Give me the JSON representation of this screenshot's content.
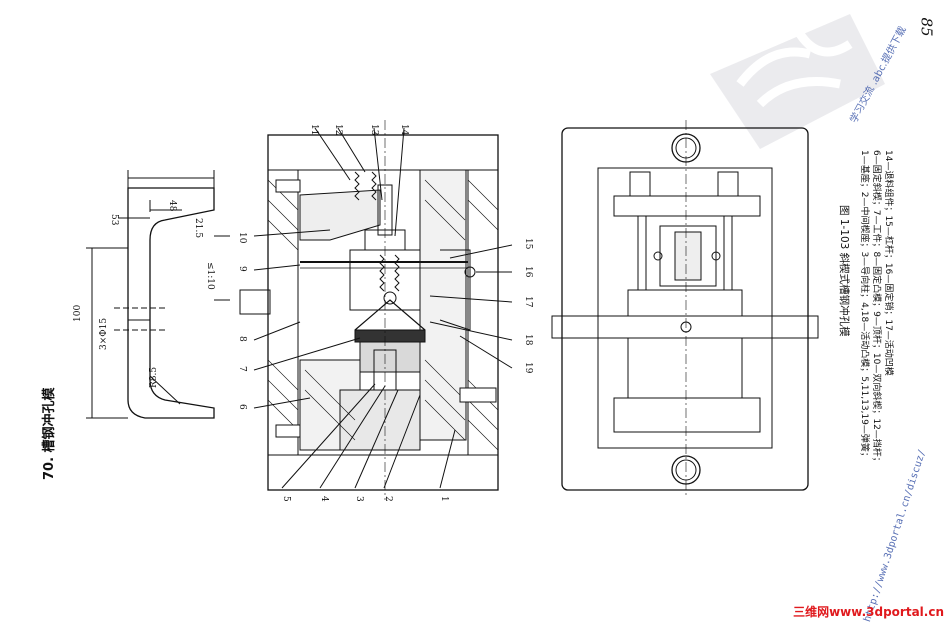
{
  "page_number": "85",
  "section_title": "70. 槽钢冲孔模",
  "figure_caption": "图 1-103   斜楔式槽钢冲孔模",
  "legend_lines": [
    "1—基座；2—中间楔座；3—导向柱；4,18—活动凸模；5,11,13,19—弹簧；",
    "6—固定斜楔；7—工件；8—固定凸模；9—顶杆；10—双向斜楔；12—挡杆；",
    "14—退料组件；15—杠杆；16—固定销；17—活动凹模"
  ],
  "part_numbers_top": [
    "11",
    "12",
    "13",
    "14"
  ],
  "part_numbers_left": [
    "10",
    "9",
    "8",
    "7",
    "6"
  ],
  "part_numbers_right": [
    "15",
    "16",
    "17",
    "18",
    "19"
  ],
  "part_numbers_bottom": [
    "5",
    "4",
    "3",
    "2",
    "1"
  ],
  "dims": {
    "d48": "48",
    "d53": "53",
    "d215": "21.5",
    "taper": "≤1:10",
    "d100": "100",
    "holes": "3×Φ15",
    "r85": "R8.5"
  },
  "watermark_url": "http://www.3dportal.cn/discuz/",
  "watermark_url2": "学习交流 .abc.提供下载",
  "footer_watermark": "三维网www.3dportal.cn"
}
